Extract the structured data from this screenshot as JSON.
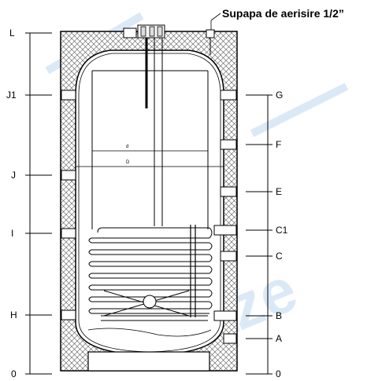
{
  "title": "Supapa de aerisire  1/2”",
  "left_labels": [
    "L",
    "J1",
    "J",
    "I",
    "H",
    "0"
  ],
  "right_labels": [
    "G",
    "F",
    "E",
    "C1",
    "C",
    "B",
    "A",
    "0"
  ],
  "inner_dims": {
    "d": "d",
    "D": "D"
  },
  "watermark": "hoaze"
}
